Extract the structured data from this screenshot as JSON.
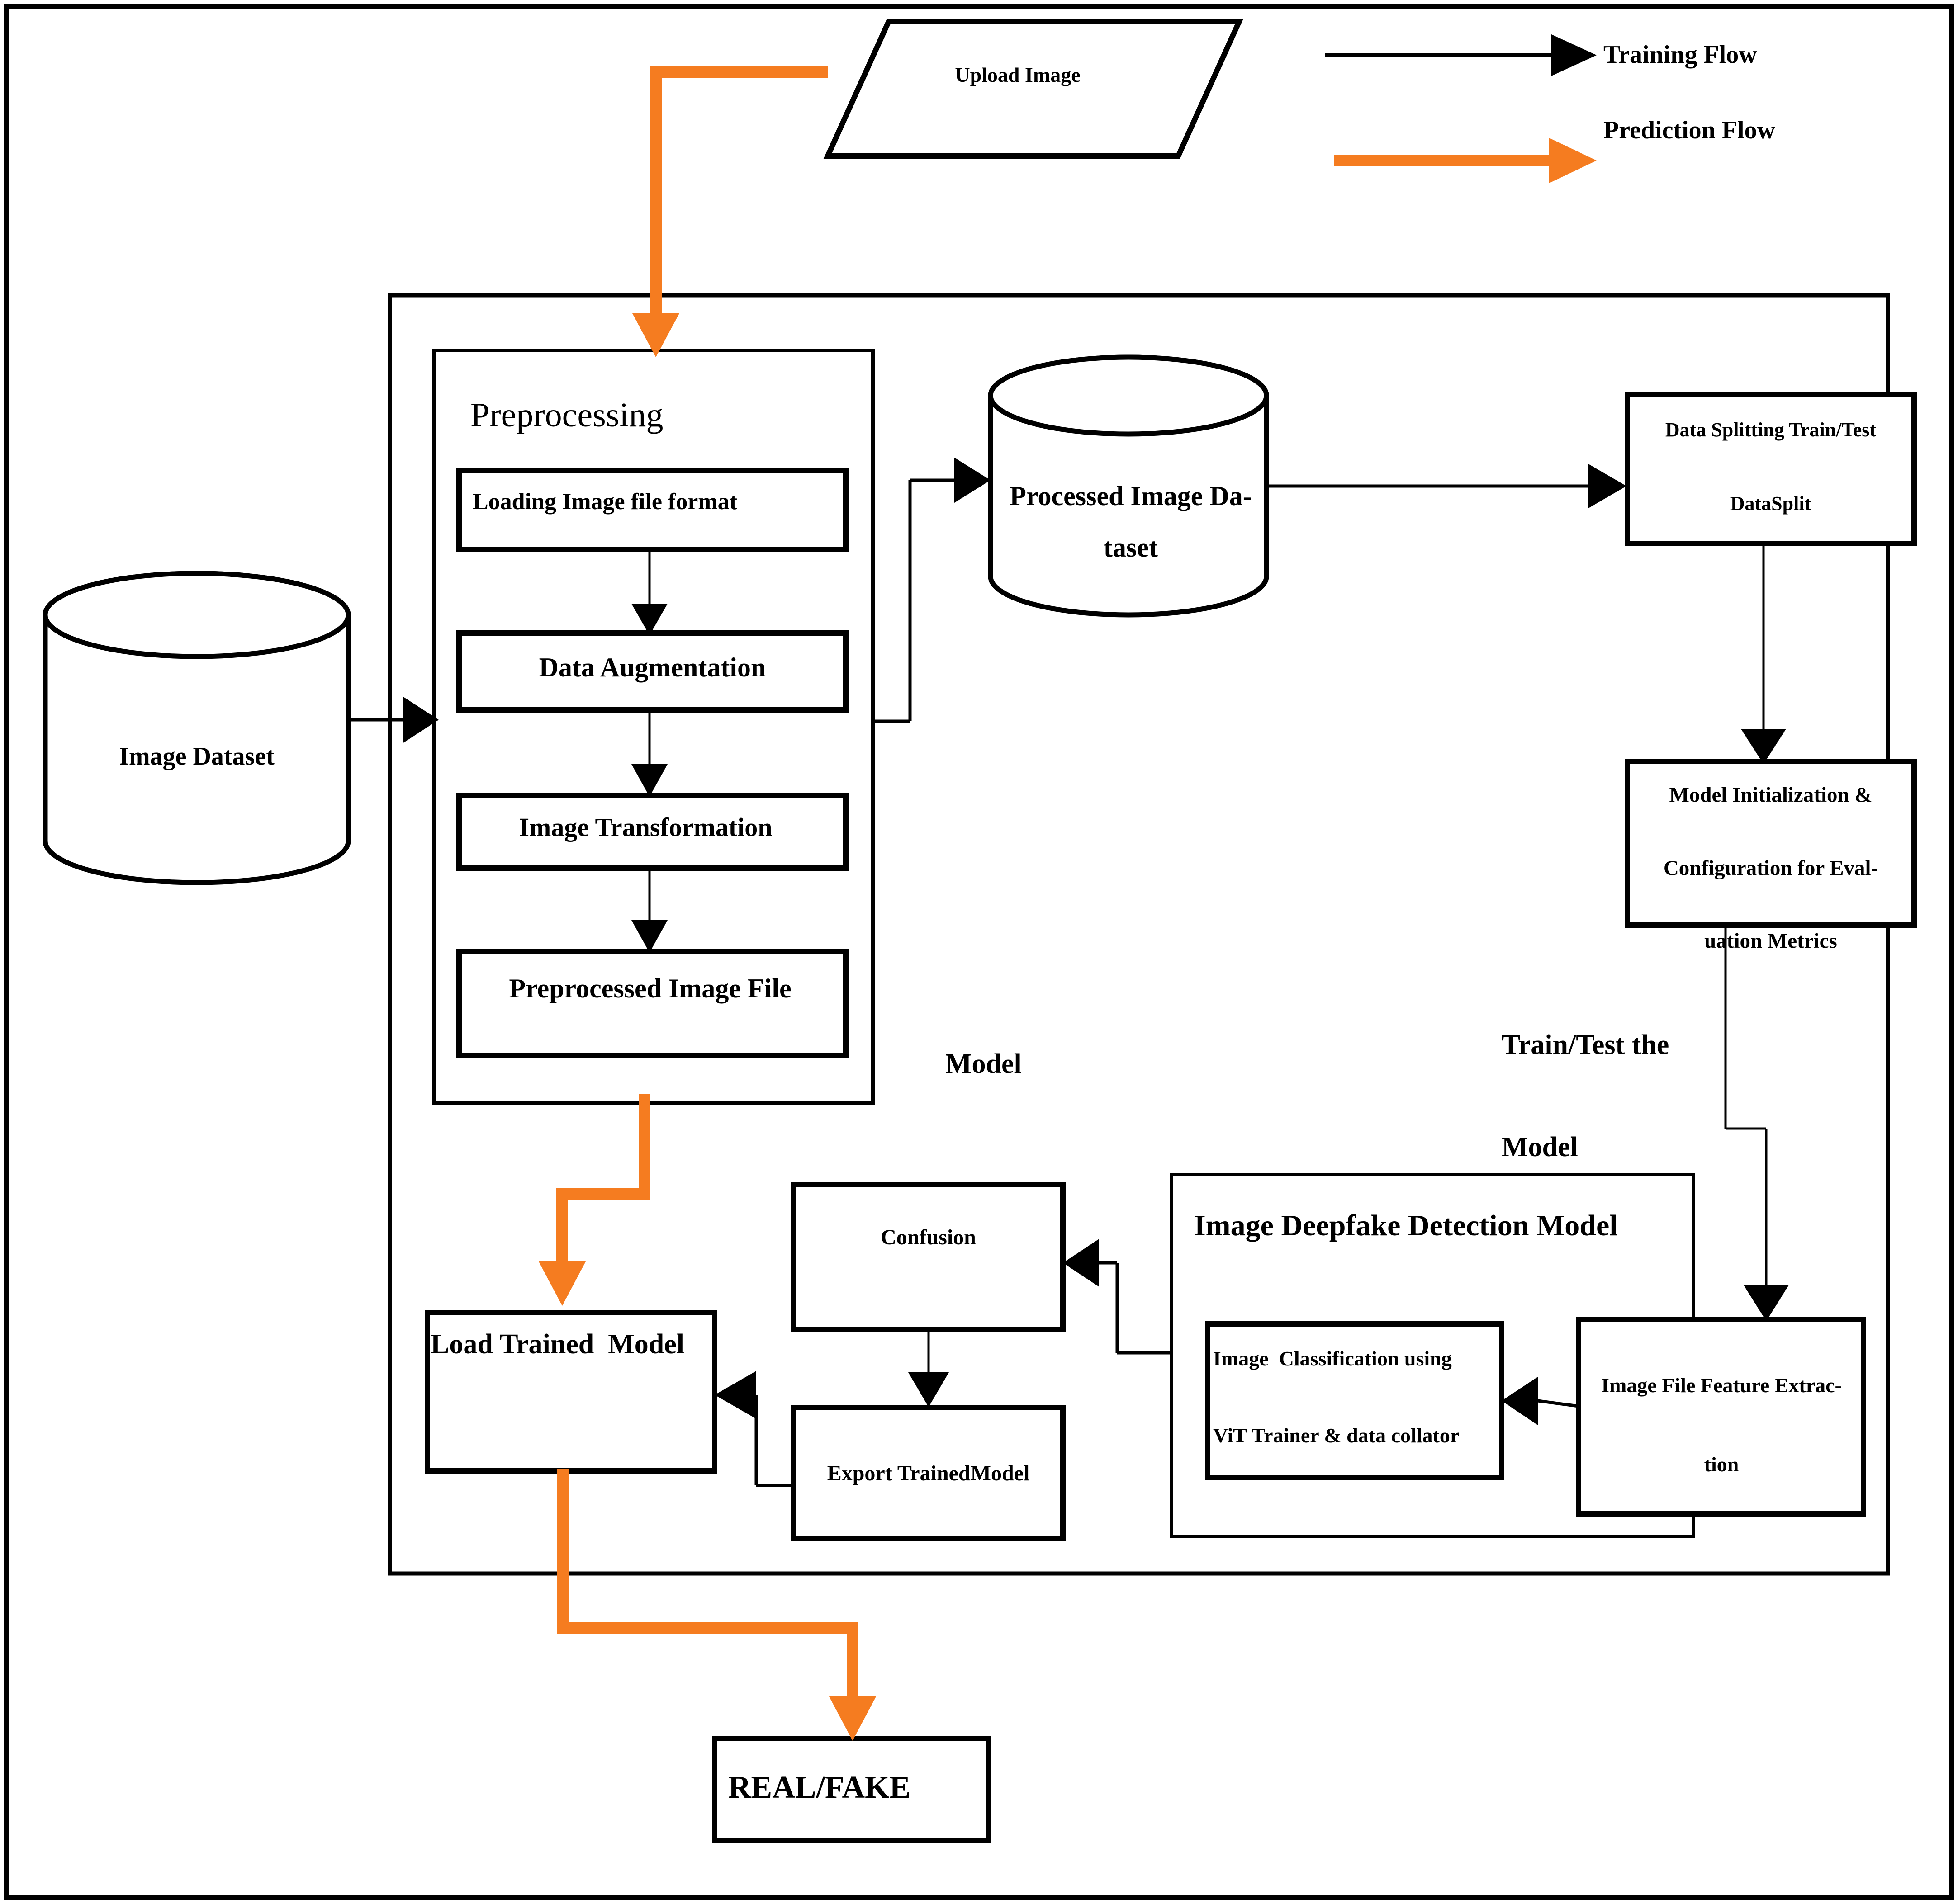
{
  "diagram": {
    "title_hidden": "",
    "colors": {
      "prediction_flow": "#F57C20",
      "training_flow": "#000000",
      "background": "#FFFFFF"
    },
    "legend": {
      "training_flow_label": "Training Flow",
      "prediction_flow_label": "Prediction Flow"
    },
    "nodes": {
      "upload_image": "Upload Image",
      "image_dataset": "Image Dataset",
      "preprocessing_title": "Preprocessing",
      "loading_image_file_format": "Loading Image file format",
      "data_augmentation": "Data Augmentation",
      "image_transformation": "Image Transformation",
      "preprocessed_image_file": "Preprocessed Image File",
      "processed_image_dataset": "Processed Image Da-\ntaset",
      "data_splitting": "Data Splitting Train/Test\n\nDataSplit",
      "model_initialization": "Model Initialization &\n\nConfiguration for Eval-\n\nuation Metrics",
      "train_test_the_model": "Train/Test the\n\nModel",
      "model_label": "Model",
      "image_deepfake_detection_model": "Image Deepfake Detection Model",
      "image_classification": "Image  Classification using\n\nViT Trainer & data collator",
      "image_file_feature_extraction": "Image File Feature Extrac-\n\ntion",
      "confusion": "Confusion",
      "export_trained_model": "Export TrainedModel",
      "load_trained_model": "Load Trained  Model",
      "real_fake": "REAL/FAKE"
    }
  }
}
